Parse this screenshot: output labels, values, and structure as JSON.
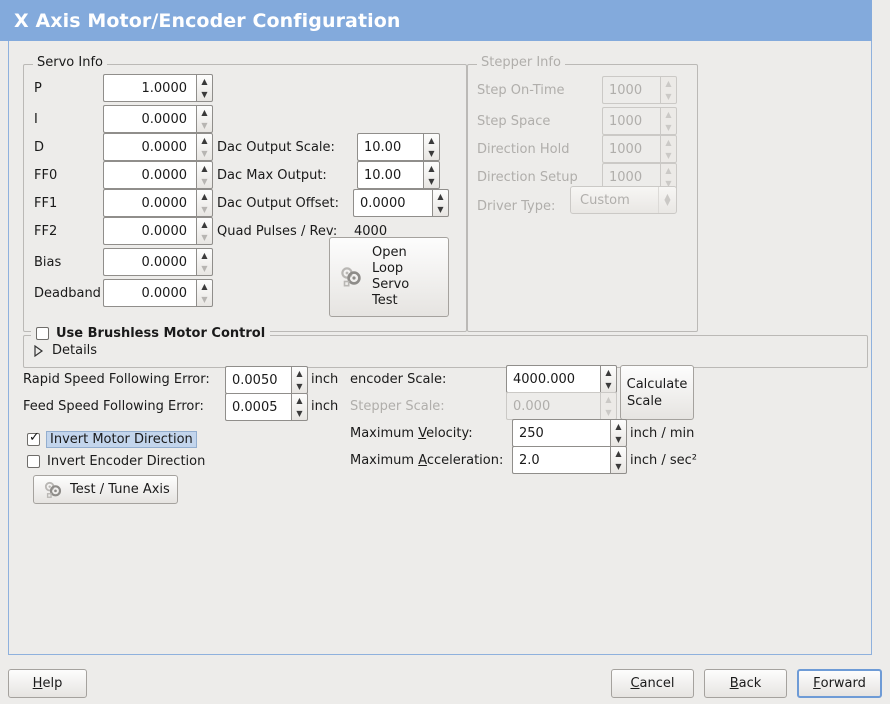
{
  "window": {
    "title": "X Axis Motor/Encoder Configuration"
  },
  "servo_info": {
    "legend": "Servo Info",
    "fields": [
      {
        "label": "P",
        "value": "1.0000"
      },
      {
        "label": "I",
        "value": "0.0000"
      },
      {
        "label": "D",
        "value": "0.0000"
      },
      {
        "label": "FF0",
        "value": "0.0000"
      },
      {
        "label": "FF1",
        "value": "0.0000"
      },
      {
        "label": "FF2",
        "value": "0.0000"
      },
      {
        "label": "Bias",
        "value": "0.0000"
      },
      {
        "label": "Deadband",
        "value": "0.0000"
      }
    ],
    "dac": [
      {
        "label": "Dac Output Scale:",
        "value": "10.00"
      },
      {
        "label": "Dac Max Output:",
        "value": "10.00"
      },
      {
        "label": "Dac Output Offset:",
        "value": "0.0000"
      }
    ],
    "quad_pulses": {
      "label": "Quad Pulses / Rev:",
      "value": "4000"
    },
    "open_loop_button": {
      "lines": [
        "Open",
        "Loop",
        "Servo",
        "Test"
      ],
      "icon": "gears-icon"
    }
  },
  "stepper_info": {
    "legend": "Stepper Info",
    "fields": [
      {
        "label": "Step On-Time",
        "value": "1000"
      },
      {
        "label": "Step Space",
        "value": "1000"
      },
      {
        "label": "Direction Hold",
        "value": "1000"
      },
      {
        "label": "Direction Setup",
        "value": "1000"
      }
    ],
    "driver_type": {
      "label": "Driver Type:",
      "value": "Custom"
    }
  },
  "brushless": {
    "checkbox_label": "Use Brushless Motor Control",
    "checked": false,
    "details_label": "Details",
    "expanded": false
  },
  "tuning": {
    "rapid_following_error": {
      "label": "Rapid Speed Following Error:",
      "value": "0.0050",
      "unit": "inch"
    },
    "feed_following_error": {
      "label": "Feed Speed Following Error:",
      "value": "0.0005",
      "unit": "inch"
    },
    "invert_motor": {
      "label": "Invert Motor Direction",
      "checked": true
    },
    "invert_encoder": {
      "label": "Invert Encoder Direction",
      "checked": false
    },
    "test_tune_button": {
      "label": "Test / Tune Axis",
      "icon": "gears-icon"
    },
    "encoder_scale": {
      "label": "encoder Scale:",
      "value": "4000.000"
    },
    "stepper_scale": {
      "label": "Stepper Scale:",
      "value": "0.000",
      "disabled": true
    },
    "calculate_scale_button": {
      "lines": [
        "Calculate",
        "Scale"
      ]
    },
    "max_velocity": {
      "label_pre": "Maximum ",
      "label_mnemonic": "V",
      "label_post": "elocity:",
      "value": "250",
      "unit": "inch / min"
    },
    "max_acceleration": {
      "label_pre": "Maximum ",
      "label_mnemonic": "A",
      "label_post": "cceleration:",
      "value": "2.0",
      "unit": "inch / sec²"
    }
  },
  "footer": {
    "help": {
      "mnemonic": "H",
      "rest": "elp"
    },
    "cancel": {
      "mnemonic": "C",
      "rest": "ancel"
    },
    "back": {
      "mnemonic": "B",
      "rest": "ack"
    },
    "forward": {
      "mnemonic": "F",
      "rest": "orward",
      "focused": true
    }
  },
  "colors": {
    "titlebar": "#83aadc",
    "background": "#edecea",
    "focus_border": "#6e9bd6",
    "highlight": "#c3d5ec"
  }
}
